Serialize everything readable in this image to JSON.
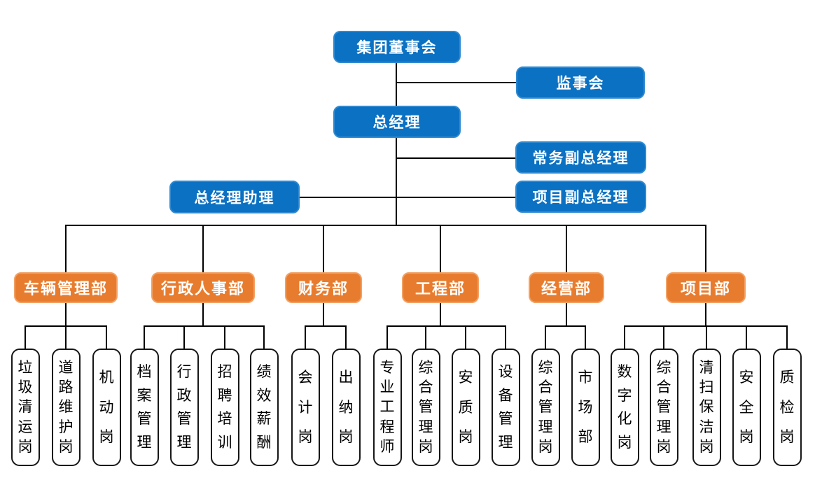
{
  "colors": {
    "primary_blue": "#0b71c3",
    "primary_blue_border": "#2f89d0",
    "accent_orange": "#e87c2e",
    "accent_orange_border": "#f2a164",
    "leaf_border": "#161616",
    "connector": "#000000"
  },
  "executives": {
    "board": "集团董事会",
    "supervisory": "监事会",
    "general_manager": "总经理",
    "executive_deputy_gm": "常务副总经理",
    "gm_assistant": "总经理助理",
    "project_deputy_gm": "项目副总经理"
  },
  "departments": [
    {
      "id": "vehicle-management",
      "label": "车辆管理部",
      "positions": [
        "垃圾清运岗",
        "道路维护岗",
        "机动岗"
      ]
    },
    {
      "id": "admin-hr",
      "label": "行政人事部",
      "positions": [
        "档案管理",
        "行政管理",
        "招聘培训",
        "绩效薪酬"
      ]
    },
    {
      "id": "finance",
      "label": "财务部",
      "positions": [
        "会计岗",
        "出纳岗"
      ]
    },
    {
      "id": "engineering",
      "label": "工程部",
      "positions": [
        "专业工程师",
        "综合管理岗",
        "安质岗",
        "设备管理"
      ]
    },
    {
      "id": "operations",
      "label": "经营部",
      "positions": [
        "综合管理岗",
        "市场部"
      ]
    },
    {
      "id": "project",
      "label": "项目部",
      "positions": [
        "数字化岗",
        "综合管理岗",
        "清扫保洁岗",
        "安全岗",
        "质检岗"
      ]
    }
  ]
}
